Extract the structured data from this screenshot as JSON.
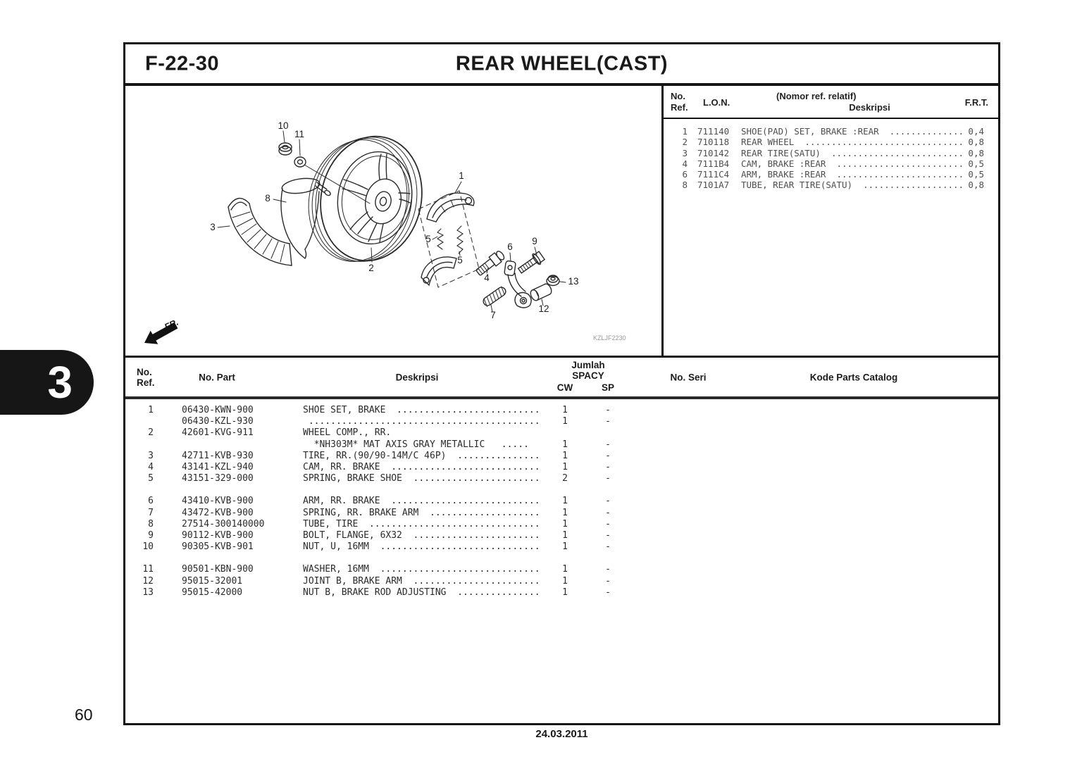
{
  "page": {
    "code": "F-22-30",
    "title": "REAR WHEEL(CAST)",
    "tab_number": "3",
    "page_number": "60",
    "date": "24.03.2011"
  },
  "diagram": {
    "drawing_code": "KZLJF2230",
    "fr_label": "FR.",
    "callouts": {
      "c1": "1",
      "c2": "2",
      "c3": "3",
      "c4": "4",
      "c5a": "5",
      "c5b": "5",
      "c6": "6",
      "c7": "7",
      "c8": "8",
      "c9": "9",
      "c10": "10",
      "c11": "11",
      "c12": "12",
      "c13": "13"
    }
  },
  "lon_table": {
    "header": {
      "no_ref": "No.\nRef.",
      "lon": "L.O.N.",
      "deskripsi_note": "(Nomor ref. relatif)",
      "deskripsi": "Deskripsi",
      "frt": "F.R.T."
    },
    "rows": [
      {
        "ref": "1",
        "lon": "711140",
        "desc": "SHOE(PAD) SET, BRAKE :REAR",
        "dots": "  ................",
        "frt": "0,4"
      },
      {
        "ref": "2",
        "lon": "710118",
        "desc": "REAR WHEEL",
        "dots": "  ................................",
        "frt": "0,8"
      },
      {
        "ref": "3",
        "lon": "710142",
        "desc": "REAR TIRE(SATU)",
        "dots": "  ...........................",
        "frt": "0,8"
      },
      {
        "ref": "4",
        "lon": "7111B4",
        "desc": "CAM, BRAKE :REAR",
        "dots": "  ..........................",
        "frt": "0,5"
      },
      {
        "ref": "6",
        "lon": "7111C4",
        "desc": "ARM, BRAKE :REAR",
        "dots": "  ..........................",
        "frt": "0,5"
      },
      {
        "ref": "8",
        "lon": "7101A7",
        "desc": "TUBE, REAR TIRE(SATU)",
        "dots": "  .....................",
        "frt": "0,8"
      }
    ]
  },
  "parts_table": {
    "header": {
      "no_ref": "No.\nRef.",
      "no_part": "No. Part",
      "deskripsi": "Deskripsi",
      "jumlah": "Jumlah",
      "spacy": "SPACY",
      "cw": "CW",
      "sp": "SP",
      "no_seri": "No. Seri",
      "kode": "Kode Parts Catalog"
    },
    "groups": [
      [
        {
          "ref": "1",
          "part": "06430-KWN-900",
          "desc": "SHOE SET, BRAKE",
          "dots": "  ..........................",
          "cw": "1",
          "sp": "-"
        },
        {
          "ref": "",
          "part": "06430-KZL-930",
          "desc": "",
          "dots": " ..........................................",
          "cw": "1",
          "sp": "-"
        },
        {
          "ref": "2",
          "part": "42601-KVG-911",
          "desc": "WHEEL COMP., RR.",
          "dots": "",
          "cw": "",
          "sp": ""
        },
        {
          "ref": "",
          "part": "",
          "desc": "  *NH303M* MAT AXIS GRAY METALLIC",
          "dots": "   .....",
          "cw": "1",
          "sp": "-"
        },
        {
          "ref": "3",
          "part": "42711-KVB-930",
          "desc": "TIRE, RR.(90/90-14M/C 46P)",
          "dots": "  ...............",
          "cw": "1",
          "sp": "-"
        },
        {
          "ref": "4",
          "part": "43141-KZL-940",
          "desc": "CAM, RR. BRAKE",
          "dots": "  ...........................",
          "cw": "1",
          "sp": "-"
        },
        {
          "ref": "5",
          "part": "43151-329-000",
          "desc": "SPRING, BRAKE SHOE",
          "dots": "  .......................",
          "cw": "2",
          "sp": "-"
        }
      ],
      [
        {
          "ref": "6",
          "part": "43410-KVB-900",
          "desc": "ARM, RR. BRAKE",
          "dots": "  ...........................",
          "cw": "1",
          "sp": "-"
        },
        {
          "ref": "7",
          "part": "43472-KVB-900",
          "desc": "SPRING, RR. BRAKE ARM",
          "dots": "  ....................",
          "cw": "1",
          "sp": "-"
        },
        {
          "ref": "8",
          "part": "27514-300140000",
          "desc": "TUBE, TIRE",
          "dots": "  ...............................",
          "cw": "1",
          "sp": "-"
        },
        {
          "ref": "9",
          "part": "90112-KVB-900",
          "desc": "BOLT, FLANGE, 6X32",
          "dots": "  .......................",
          "cw": "1",
          "sp": "-"
        },
        {
          "ref": "10",
          "part": "90305-KVB-901",
          "desc": "NUT, U, 16MM",
          "dots": "  .............................",
          "cw": "1",
          "sp": "-"
        }
      ],
      [
        {
          "ref": "11",
          "part": "90501-KBN-900",
          "desc": "WASHER, 16MM",
          "dots": "  .............................",
          "cw": "1",
          "sp": "-"
        },
        {
          "ref": "12",
          "part": "95015-32001",
          "desc": "JOINT B, BRAKE ARM",
          "dots": "  .......................",
          "cw": "1",
          "sp": "-"
        },
        {
          "ref": "13",
          "part": "95015-42000",
          "desc": "NUT B, BRAKE ROD ADJUSTING",
          "dots": "  ...............",
          "cw": "1",
          "sp": "-"
        }
      ]
    ]
  }
}
